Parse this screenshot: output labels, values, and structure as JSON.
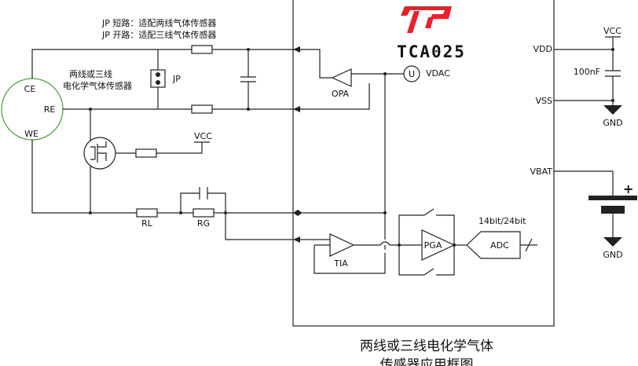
{
  "notes": {
    "line1": "JP 短路：适配两线气体传感器",
    "line2": "JP 开路：适配三线气体传感器"
  },
  "sensor": {
    "caption_line1": "两线或三线",
    "caption_line2": "电化学气体传感器",
    "ce": "CE",
    "re": "RE",
    "we": "WE"
  },
  "chip": {
    "name": "TCA025"
  },
  "labels": {
    "jp": "JP",
    "opa": "OPA",
    "tia": "TIA",
    "pga": "PGA",
    "adc": "ADC",
    "u": "U",
    "vdac": "VDAC",
    "rl": "RL",
    "rg": "RG",
    "vcc_left": "VCC",
    "vdd": "VDD",
    "vss": "VSS",
    "vbat": "VBAT",
    "vcc_right": "VCC",
    "cap_100nf": "100nF",
    "gnd1": "GND",
    "gnd2": "GND",
    "plus": "+",
    "bits": "14bit/24bit"
  },
  "caption": {
    "line1": "两线或三线电化学气体",
    "line2": "传感器应用框图"
  },
  "colors": {
    "logo": "#e8212b",
    "sensor_outline": "#4c9a3c",
    "wire": "#222222"
  }
}
